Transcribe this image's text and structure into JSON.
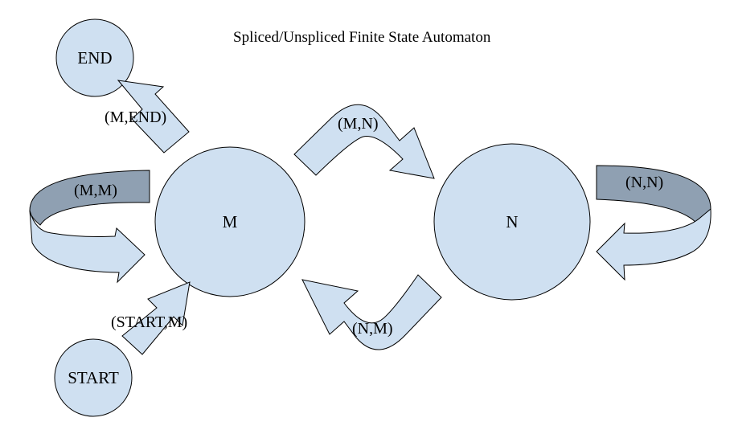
{
  "title": "Spliced/Unspliced Finite State Automaton",
  "colors": {
    "node_fill": "#cfe0f1",
    "arrow_fill": "#cfe0f1",
    "band_shadow": "#8fa0b2",
    "stroke": "#000000"
  },
  "states": {
    "end": "END",
    "start": "START",
    "m": "M",
    "n": "N"
  },
  "transitions": {
    "m_end": "(M,END)",
    "m_n": "(M,N)",
    "m_m": "(M,M)",
    "n_n": "(N,N)",
    "n_m": "(N,M)",
    "start_m": "(START,M)"
  }
}
